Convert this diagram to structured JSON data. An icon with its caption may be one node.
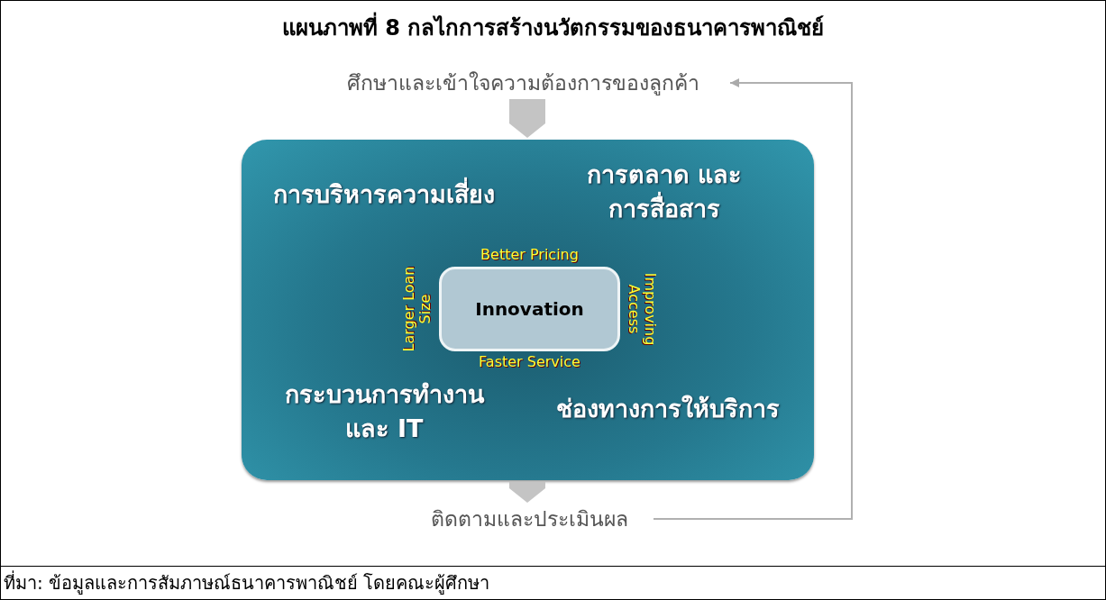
{
  "diagram": {
    "title": "แผนภาพที่ 8 กลไกการสร้างนวัตกรรมของธนาคารพาณิชย์",
    "caption": "ที่มา: ข้อมูลและการสัมภาษณ์ธนาคารพาณิชย์ โดยคณะผู้ศึกษา",
    "nodes": [
      {
        "text": [
          "ศึกษาและเข้าใจความต้องการของลูกค้า"
        ]
      },
      {
        "text": [],
        "shape": "box"
      },
      {
        "text": [
          "การบริหารความเสี่ยง"
        ],
        "in": 1
      },
      {
        "text": [
          "การตลาด และการสื่อสาร"
        ],
        "in": 1
      },
      {
        "text": [
          "กระบวนการทำงาน และ IT"
        ],
        "in": 1
      },
      {
        "text": [
          "ช่องทางการให้บริการ"
        ],
        "in": 1
      },
      {
        "text": [
          "Innovation"
        ],
        "in": 1,
        "beside": [
          "Better Pricing",
          "Larger Loan Size",
          "Improving Access",
          "Faster Service"
        ]
      },
      {
        "text": [
          "ติดตามและประเมินผล"
        ]
      }
    ],
    "edges": [
      {
        "from": 0,
        "to": 1,
        "arrow": "to"
      },
      {
        "from": 1,
        "to": 7,
        "arrow": "to"
      },
      {
        "from": 7,
        "to": 0,
        "arrow": "to"
      }
    ]
  }
}
